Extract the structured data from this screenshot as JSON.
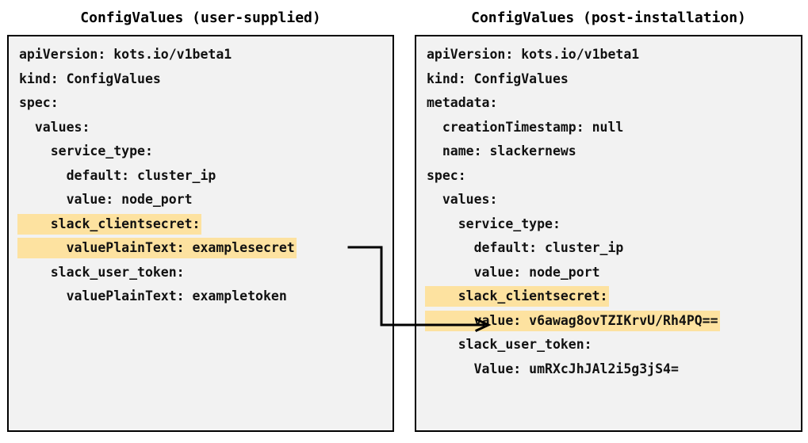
{
  "panels": {
    "left": {
      "title": "ConfigValues (user-supplied)",
      "lines": [
        {
          "text": "apiVersion: kots.io/v1beta1",
          "highlight": false
        },
        {
          "text": "kind: ConfigValues",
          "highlight": false
        },
        {
          "text": "spec:",
          "highlight": false
        },
        {
          "text": "  values:",
          "highlight": false
        },
        {
          "text": "    service_type:",
          "highlight": false
        },
        {
          "text": "      default: cluster_ip",
          "highlight": false
        },
        {
          "text": "      value: node_port",
          "highlight": false
        },
        {
          "text": "    slack_clientsecret:",
          "highlight": true
        },
        {
          "text": "      valuePlainText: examplesecret",
          "highlight": true
        },
        {
          "text": "    slack_user_token:",
          "highlight": false
        },
        {
          "text": "      valuePlainText: exampletoken",
          "highlight": false
        }
      ]
    },
    "right": {
      "title": "ConfigValues (post-installation)",
      "lines": [
        {
          "text": "apiVersion: kots.io/v1beta1",
          "highlight": false
        },
        {
          "text": "kind: ConfigValues",
          "highlight": false
        },
        {
          "text": "metadata:",
          "highlight": false
        },
        {
          "text": "  creationTimestamp: null",
          "highlight": false
        },
        {
          "text": "  name: slackernews",
          "highlight": false
        },
        {
          "text": "spec:",
          "highlight": false
        },
        {
          "text": "  values:",
          "highlight": false
        },
        {
          "text": "    service_type:",
          "highlight": false
        },
        {
          "text": "      default: cluster_ip",
          "highlight": false
        },
        {
          "text": "      value: node_port",
          "highlight": false
        },
        {
          "text": "    slack_clientsecret:",
          "highlight": true
        },
        {
          "text": "      value: v6awag8ovTZIKrvU/Rh4PQ==",
          "highlight": true
        },
        {
          "text": "    slack_user_token:",
          "highlight": false
        },
        {
          "text": "      Value: umRXcJhJAl2i5g3jS4=",
          "highlight": false
        }
      ]
    }
  },
  "connector": {
    "label": "encryption-mapping-arrow",
    "from": "valuePlainText: examplesecret",
    "to": "value: v6awag8ovTZIKrvU/Rh4PQ==",
    "color": "#000000"
  },
  "colors": {
    "highlight": "#fde2a0",
    "panel_background": "#f2f2f2",
    "panel_border": "#000000",
    "text": "#111111",
    "page_background": "#ffffff"
  }
}
